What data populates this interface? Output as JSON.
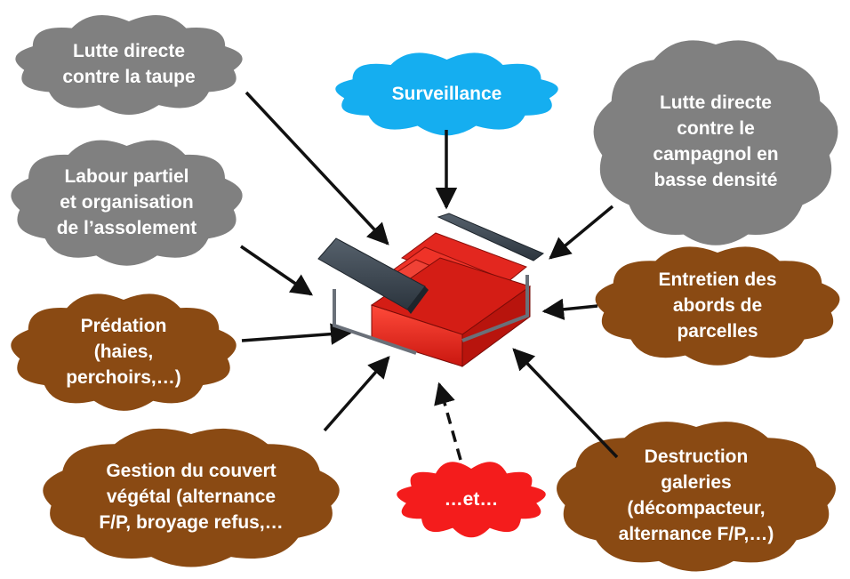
{
  "colors": {
    "gray_cloud": "#808080",
    "blue_cloud": "#15aef0",
    "brown_cloud": "#8a4a13",
    "red_cloud": "#f41c1c",
    "arrow": "#111111",
    "toolbox_red": "#e8231c",
    "toolbox_lid": "#3b4652"
  },
  "clouds": [
    {
      "id": "lutte-taupe",
      "label": "Lutte directe\ncontre la taupe",
      "color": "gray"
    },
    {
      "id": "surveillance",
      "label": "Surveillance",
      "color": "blue"
    },
    {
      "id": "lutte-campagnol",
      "label": "Lutte directe\ncontre le\ncampagnol en\nbasse densité",
      "color": "gray"
    },
    {
      "id": "labour",
      "label": "Labour partiel\net organisation\nde l’assolement",
      "color": "gray"
    },
    {
      "id": "entretien",
      "label": "Entretien des\nabords de\nparcelles",
      "color": "brown"
    },
    {
      "id": "predation",
      "label": "Prédation\n(haies,\nperchoirs,…)",
      "color": "brown"
    },
    {
      "id": "gestion",
      "label": "Gestion du couvert\nvégétal (alternance\nF/P, broyage refus,…",
      "color": "brown"
    },
    {
      "id": "et",
      "label": "…et…",
      "color": "red"
    },
    {
      "id": "destruction",
      "label": "Destruction\ngaleries\n(décompacteur,\nalternance F/P,…)",
      "color": "brown"
    }
  ]
}
